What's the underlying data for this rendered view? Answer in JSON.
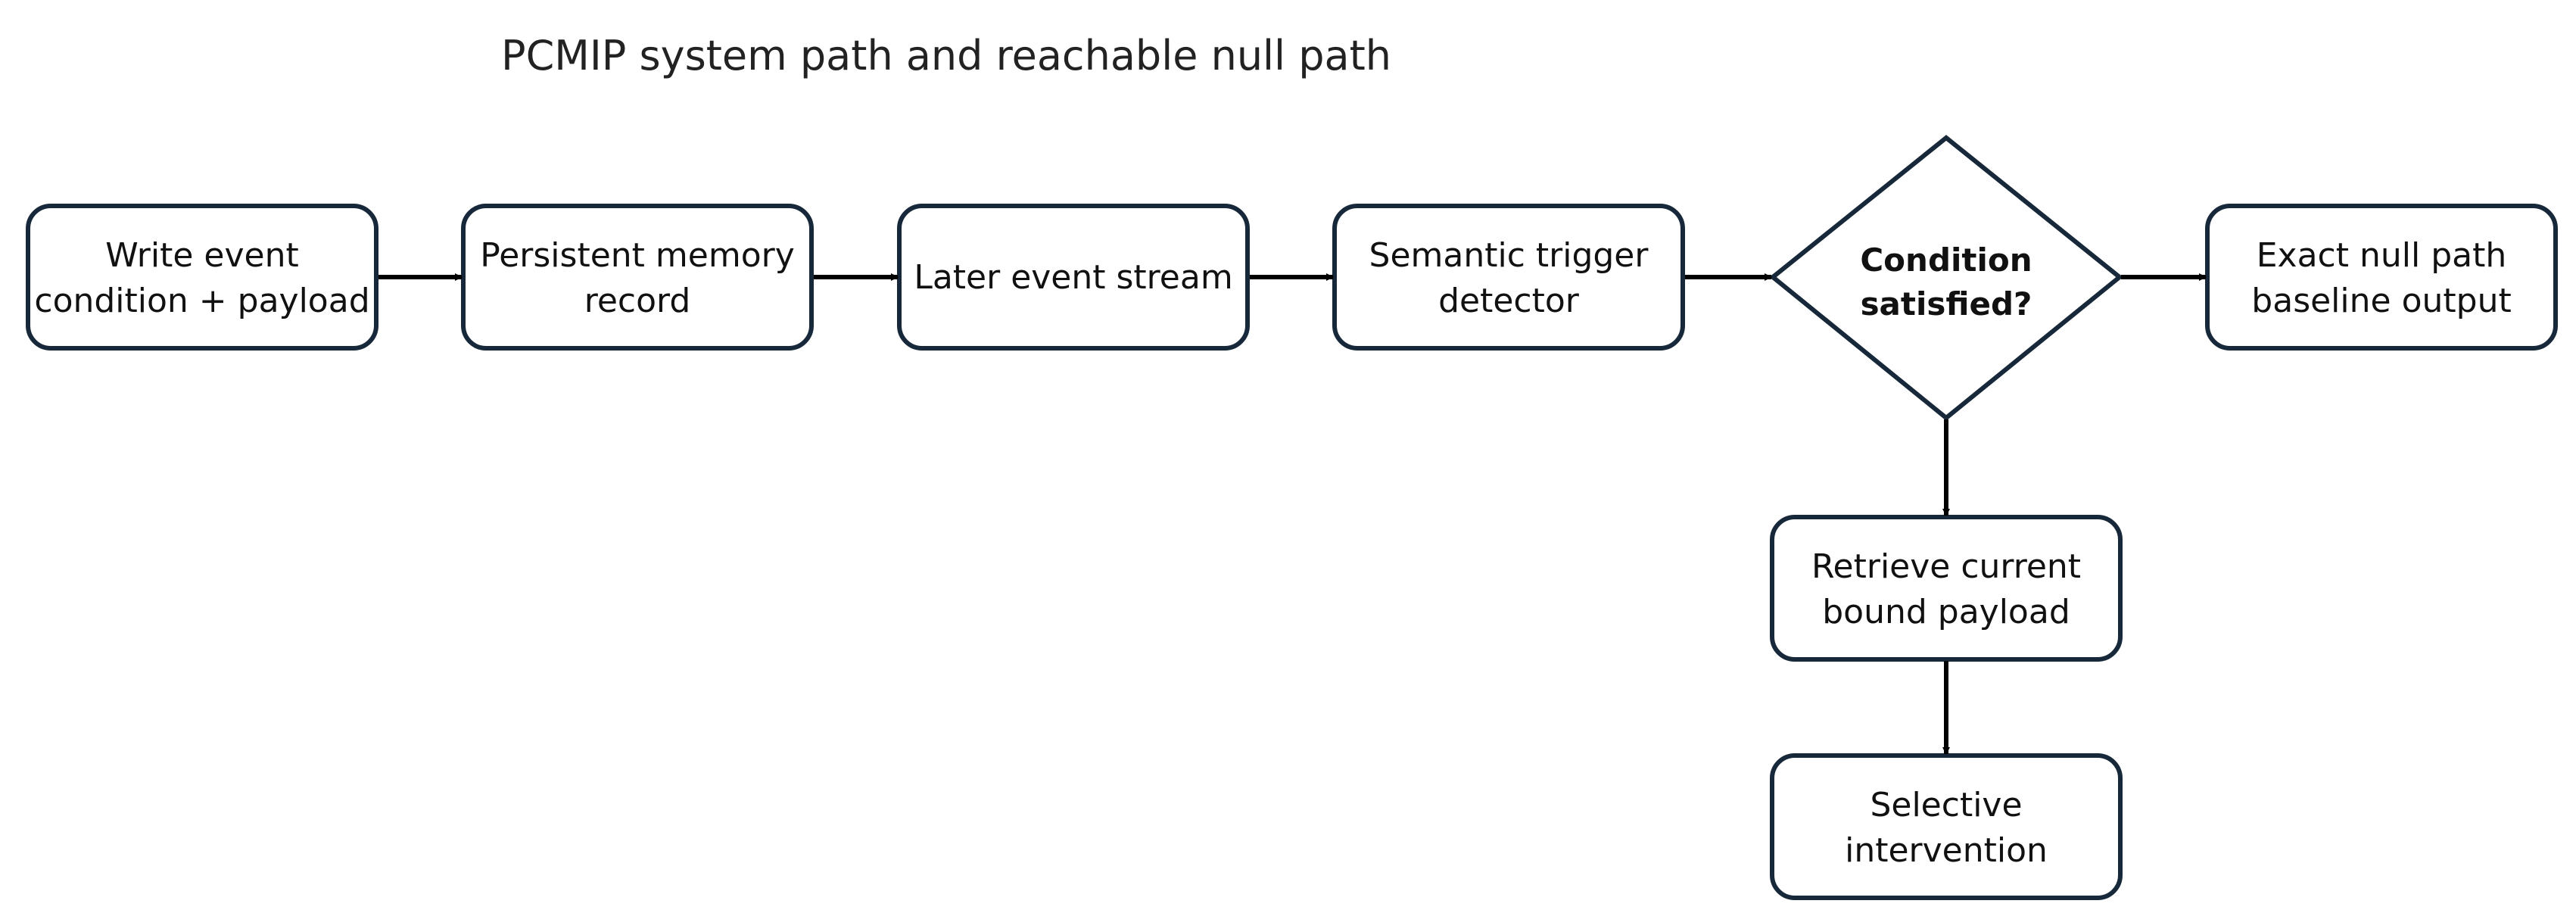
{
  "title": "PCMIP system path and reachable null path",
  "nodes": {
    "write_event": {
      "line1": "Write event",
      "line2": "condition + payload"
    },
    "persistent_memory": {
      "line1": "Persistent memory",
      "line2": "record"
    },
    "later_event_stream": {
      "line1": "Later event stream"
    },
    "semantic_trigger": {
      "line1": "Semantic trigger",
      "line2": "detector"
    },
    "condition": {
      "line1": "Condition",
      "line2": "satisfied?"
    },
    "exact_null_path": {
      "line1": "Exact null path",
      "line2": "baseline output"
    },
    "retrieve_payload": {
      "line1": "Retrieve current",
      "line2": "bound payload"
    },
    "selective_intervention": {
      "line1": "Selective",
      "line2": "intervention"
    }
  },
  "colors": {
    "box_stroke": "#17283a",
    "arrow": "#000000",
    "text": "#111111",
    "background": "#ffffff"
  }
}
